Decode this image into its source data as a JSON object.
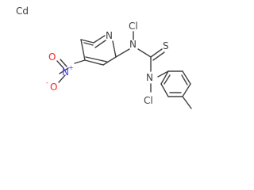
{
  "molecule": {
    "ion": {
      "label": "Cd"
    },
    "atoms": {
      "n_amine_1": "N",
      "cl_1": "Cl",
      "n_amine_2": "N",
      "cl_2": "Cl",
      "s_thione": "S",
      "n_ring": "N",
      "n_nitro": "N",
      "nitro_plus": "+",
      "o_nitro_top": "O",
      "o_nitro_bottom": "O",
      "o_minus": "-"
    },
    "colors": {
      "bond": "#404040",
      "nitrogen_nitro": "#4040ff",
      "oxygen": "#ff2020"
    }
  }
}
